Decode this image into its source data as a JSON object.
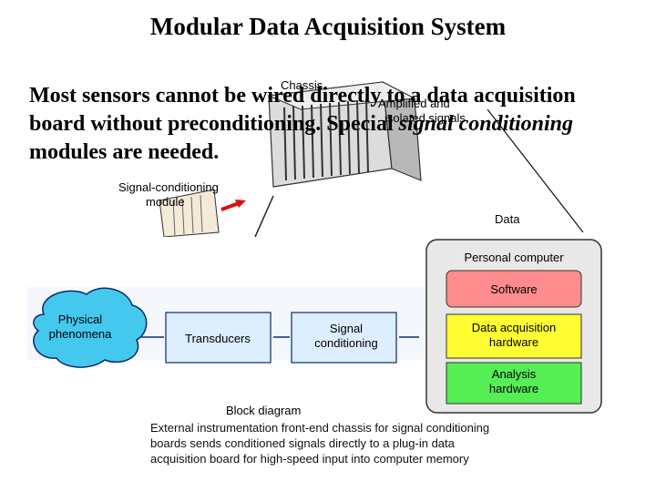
{
  "title": "Modular Data Acquisition System",
  "intro": {
    "part1": "Most sensors cannot be wired directly to a data acquisition board without preconditioning. Special ",
    "italic": "signal conditioning",
    "part2": " modules are needed."
  },
  "photo_labels": {
    "chassis": "Chassis",
    "amplified_line1": "Amplified and",
    "amplified_line2": "isolated signals",
    "module_line1": "Signal-conditioning",
    "module_line2": "module",
    "data_acq": "Data"
  },
  "block_diagram": {
    "physical_line1": "Physical",
    "physical_line2": "phenomena",
    "transducers": "Transducers",
    "signal_line1": "Signal",
    "signal_line2": "conditioning",
    "pc_title": "Personal computer",
    "software": "Software",
    "daq_line1": "Data acquisition",
    "daq_line2": "hardware",
    "analysis_line1": "Analysis",
    "analysis_line2": "hardware",
    "label": "Block diagram"
  },
  "caption": {
    "line1": "External instrumentation front-end chassis for signal conditioning",
    "line2": "boards sends conditioned signals directly to a plug-in data",
    "line3": "acquisition board for high-speed input into computer memory"
  },
  "colors": {
    "physical": "#44c8ee",
    "block": "#ddeeff",
    "software": "#ff8c8c",
    "daq": "#ffff33",
    "analysis": "#55ee55",
    "pc_frame": "#e8e8e8",
    "line": "#0b2a6a"
  }
}
